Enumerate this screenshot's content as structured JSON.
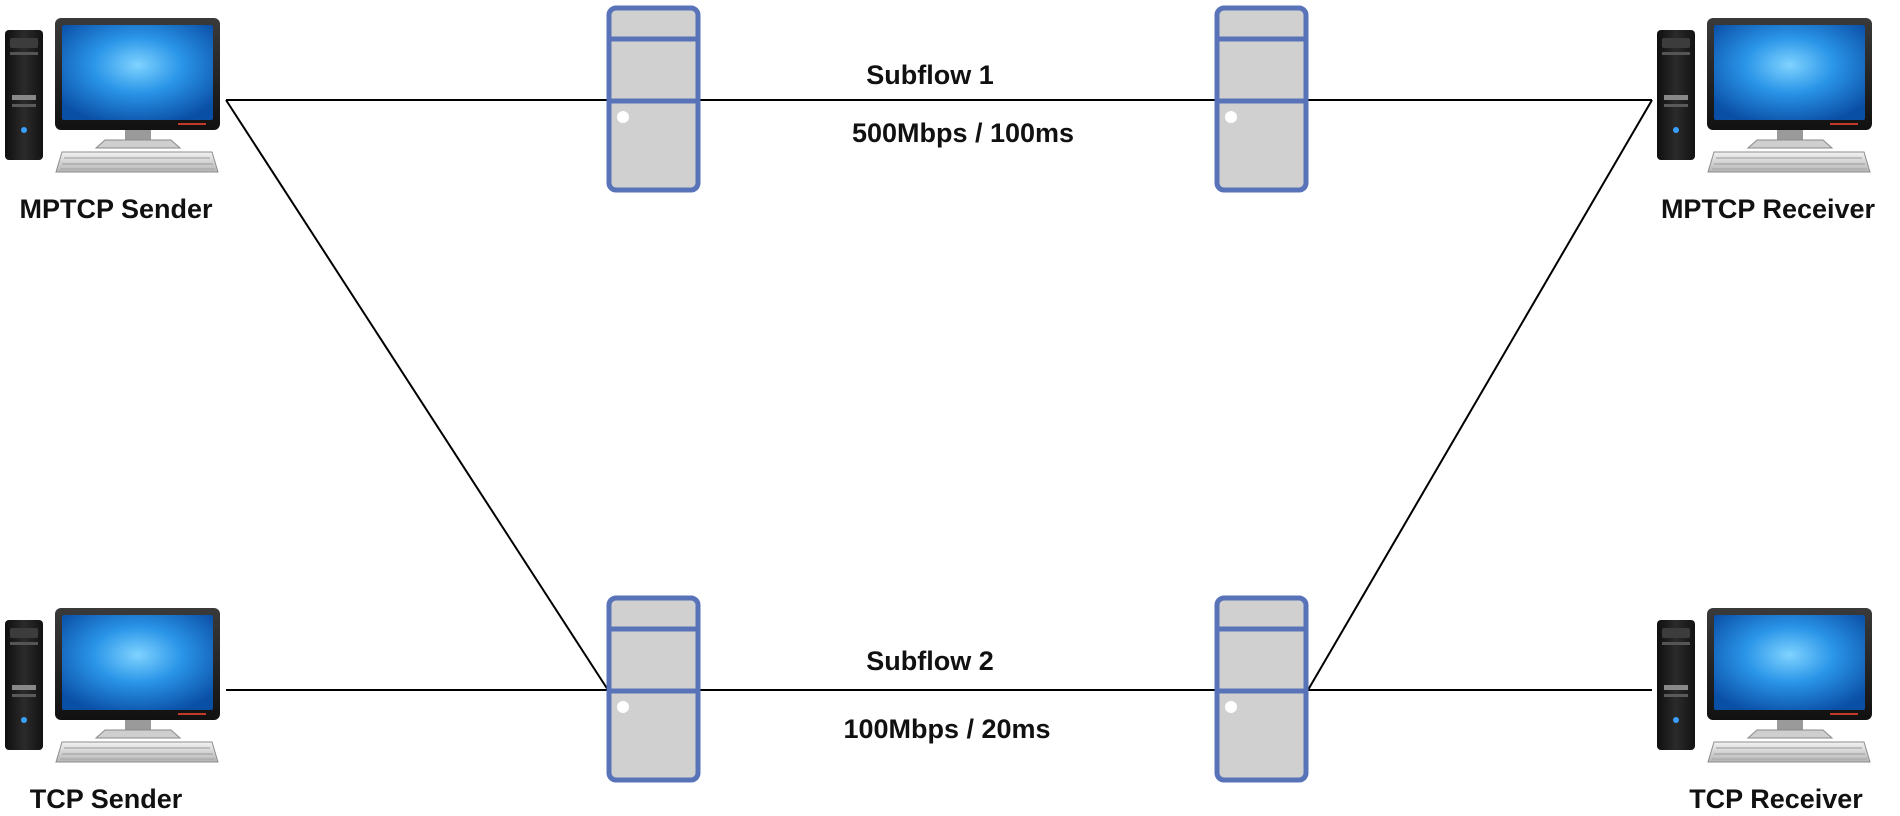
{
  "hosts": {
    "mptcp_sender": {
      "label": "MPTCP Sender",
      "icon": "desktop-computer-icon"
    },
    "mptcp_receiver": {
      "label": "MPTCP Receiver",
      "icon": "desktop-computer-icon"
    },
    "tcp_sender": {
      "label": "TCP Sender",
      "icon": "desktop-computer-icon"
    },
    "tcp_receiver": {
      "label": "TCP Receiver",
      "icon": "desktop-computer-icon"
    }
  },
  "routers": {
    "icon": "server-tower-icon"
  },
  "links": {
    "subflow1": {
      "name": "Subflow 1",
      "spec": "500Mbps / 100ms"
    },
    "subflow2": {
      "name": "Subflow 2",
      "spec": "100Mbps / 20ms"
    }
  },
  "colors": {
    "server_border": "#5873b8",
    "server_fill": "#d0d0d0",
    "screen": "#1f8fe0",
    "wire": "#000000",
    "text": "#111111"
  }
}
